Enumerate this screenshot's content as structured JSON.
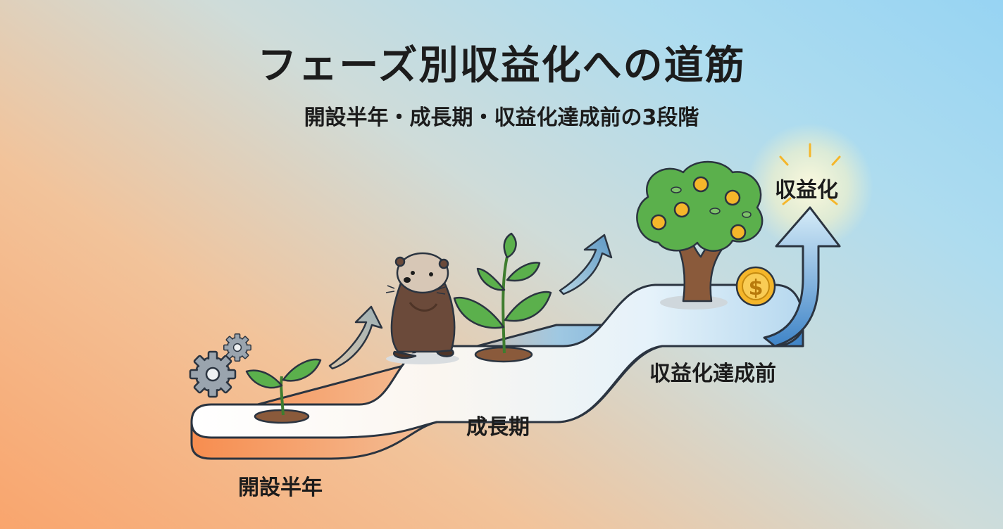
{
  "title": "フェーズ別収益化への道筋",
  "subtitle": "開設半年・成長期・収益化達成前の3段階",
  "phases": [
    {
      "label": "開設半年",
      "icon": "sprout-icon"
    },
    {
      "label": "成長期",
      "icon": "young-plant-icon"
    },
    {
      "label": "収益化達成前",
      "icon": "fruit-tree-icon"
    }
  ],
  "goal": {
    "label": "収益化",
    "icon": "upward-arrow-icon"
  },
  "coin": {
    "symbol": "$"
  },
  "colors": {
    "path_start": "#f78d4f",
    "path_end": "#3f84c7",
    "outline": "#2b3440",
    "leaf": "#5bb04c",
    "fruit": "#f5b62a"
  }
}
